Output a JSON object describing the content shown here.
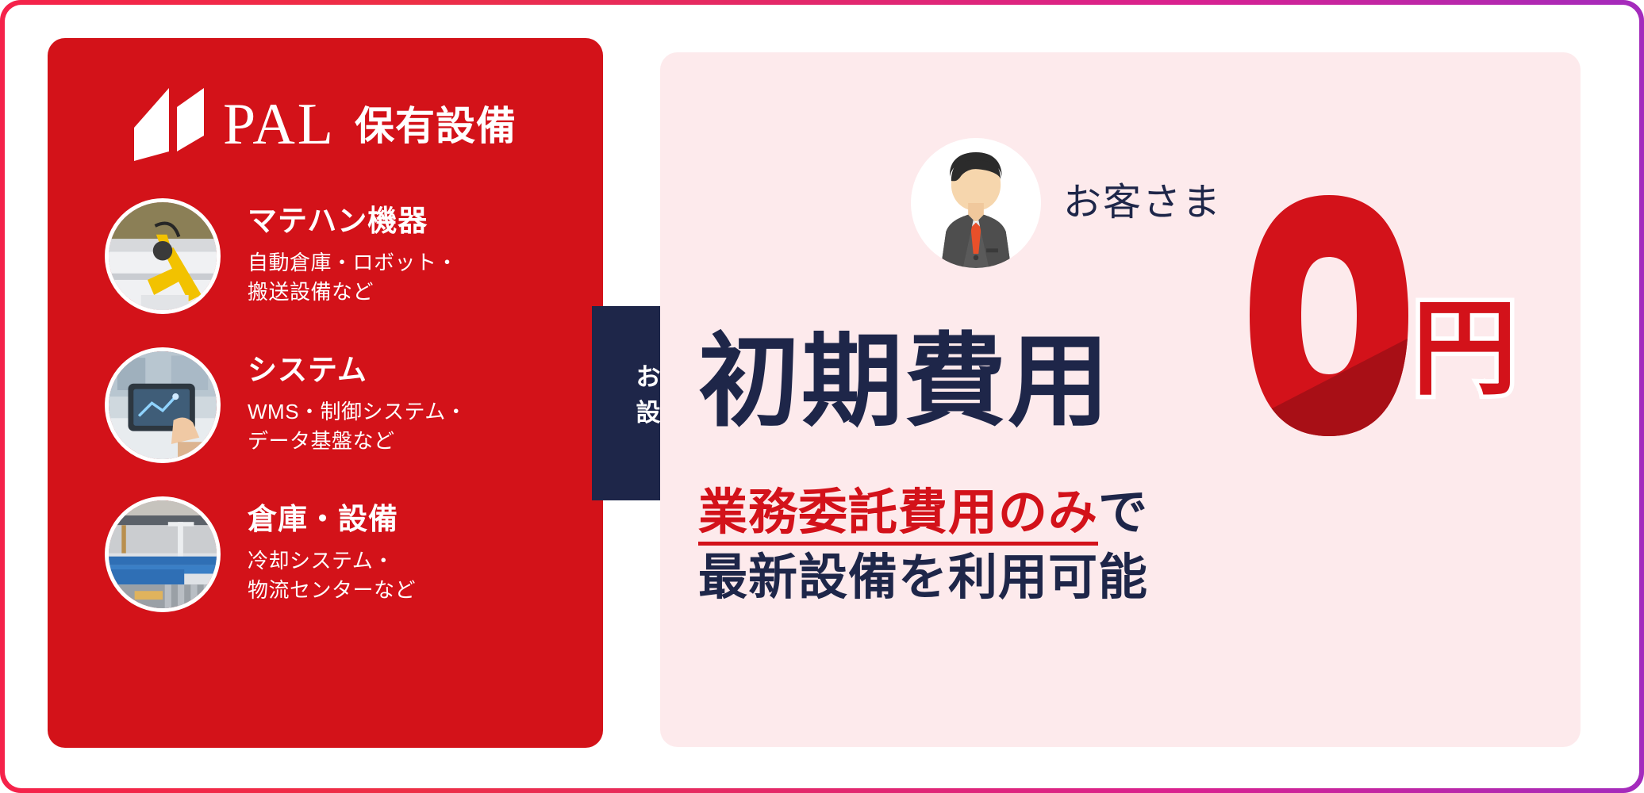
{
  "brand": {
    "logo_icon": "pal-building-mark-icon",
    "word": "PAL",
    "jp_suffix": "保有設備"
  },
  "left_panel": {
    "background_color": "#d31219",
    "items": [
      {
        "thumb_icon": "robot-arm-photo",
        "title": "マテハン機器",
        "desc_line1": "自動倉庫・ロボット・",
        "desc_line2": "搬送設備など"
      },
      {
        "thumb_icon": "tablet-system-photo",
        "title": "システム",
        "desc_line1": "WMS・制御システム・",
        "desc_line2": "データ基盤など"
      },
      {
        "thumb_icon": "warehouse-conveyor-photo",
        "title": "倉庫・設備",
        "desc_line1": "冷却システム・",
        "desc_line2": "物流センターなど"
      }
    ]
  },
  "arrow": {
    "color": "#1e2649",
    "label_line1": "お客さまに",
    "label_line2": "設備を提供"
  },
  "right_panel": {
    "background_color": "#fdeaec",
    "customer": {
      "avatar_icon": "businessman-avatar",
      "label": "お客さま"
    },
    "headline": {
      "main": "初期費用",
      "zero": "0",
      "unit": "円",
      "main_color": "#1e2649",
      "zero_color": "#d3121a",
      "zero_shadow_color": "#a80f16"
    },
    "subcopy": {
      "line1_em": "業務委託費用のみ",
      "line1_tail": "で",
      "line2": "最新設備を利用可能",
      "em_color": "#d3121a",
      "plain_color": "#1e2649"
    }
  },
  "frame": {
    "border_gradient_start": "#f5224a",
    "border_gradient_end": "#a32bbd"
  }
}
